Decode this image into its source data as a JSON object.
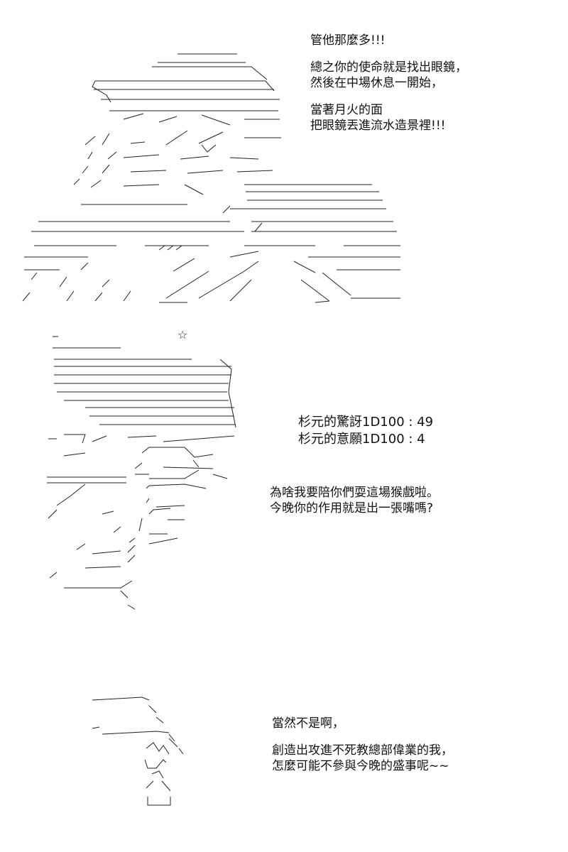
{
  "panel_1": {
    "lines": [
      "管他那麼多!!!",
      "",
      "總之你的使命就是找出眼鏡，",
      "然後在中場休息一開始，",
      "",
      "當著月火的面",
      "把眼鏡丟進流水造景裡!!!"
    ]
  },
  "panel_2": {
    "dice_lines": [
      "杉元的驚訝1D100 : 49",
      "杉元的意願1D100 :  4"
    ],
    "lines": [
      "為啥我要陪你們耍這場猴戲啦。",
      "今晚你的作用就是出一張嘴嗎?"
    ],
    "star_glyph": "☆"
  },
  "panel_3": {
    "lines": [
      "當然不是啊，",
      "",
      "創造出攻進不死教總部偉業的我，",
      "怎麼可能不參與今晚的盛事呢~~"
    ]
  }
}
